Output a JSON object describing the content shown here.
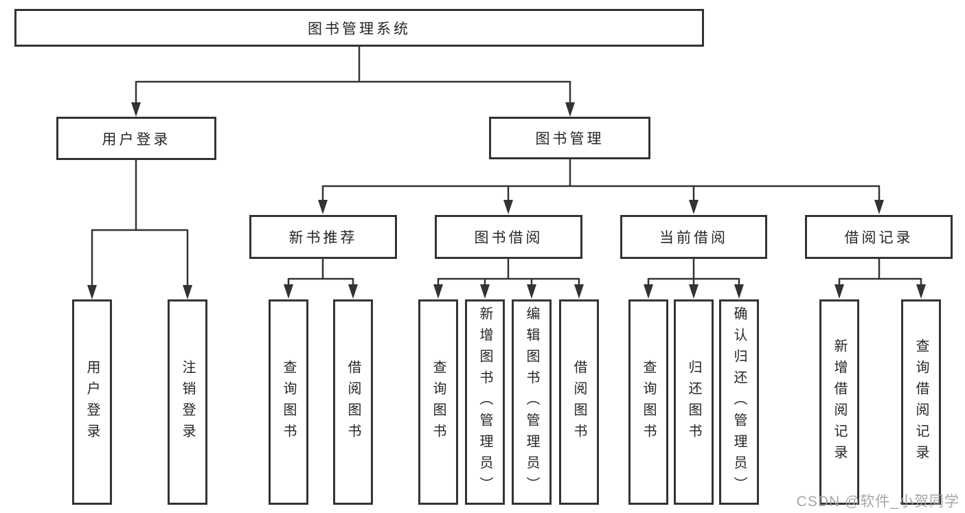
{
  "colors": {
    "line": "#333333",
    "box_border": "#333333",
    "text": "#262626",
    "watermark": "#9e9e9e",
    "background": "#ffffff"
  },
  "watermark": {
    "text": "CSDN @软件_小贺同学"
  },
  "tree": {
    "label": "图书管理系统",
    "children": [
      {
        "label": "用户登录",
        "children": [
          {
            "label": "用户登录"
          },
          {
            "label": "注销登录"
          }
        ]
      },
      {
        "label": "图书管理",
        "children": [
          {
            "label": "新书推荐",
            "children": [
              {
                "label": "查询图书"
              },
              {
                "label": "借阅图书"
              }
            ]
          },
          {
            "label": "图书借阅",
            "children": [
              {
                "label": "查询图书"
              },
              {
                "label": "新增图书（管理员）"
              },
              {
                "label": "编辑图书（管理员）"
              },
              {
                "label": "借阅图书"
              }
            ]
          },
          {
            "label": "当前借阅",
            "children": [
              {
                "label": "查询图书"
              },
              {
                "label": "归还图书"
              },
              {
                "label": "确认归还（管理员）"
              }
            ]
          },
          {
            "label": "借阅记录",
            "children": [
              {
                "label": "新增借阅记录"
              },
              {
                "label": "查询借阅记录"
              }
            ]
          }
        ]
      }
    ]
  }
}
